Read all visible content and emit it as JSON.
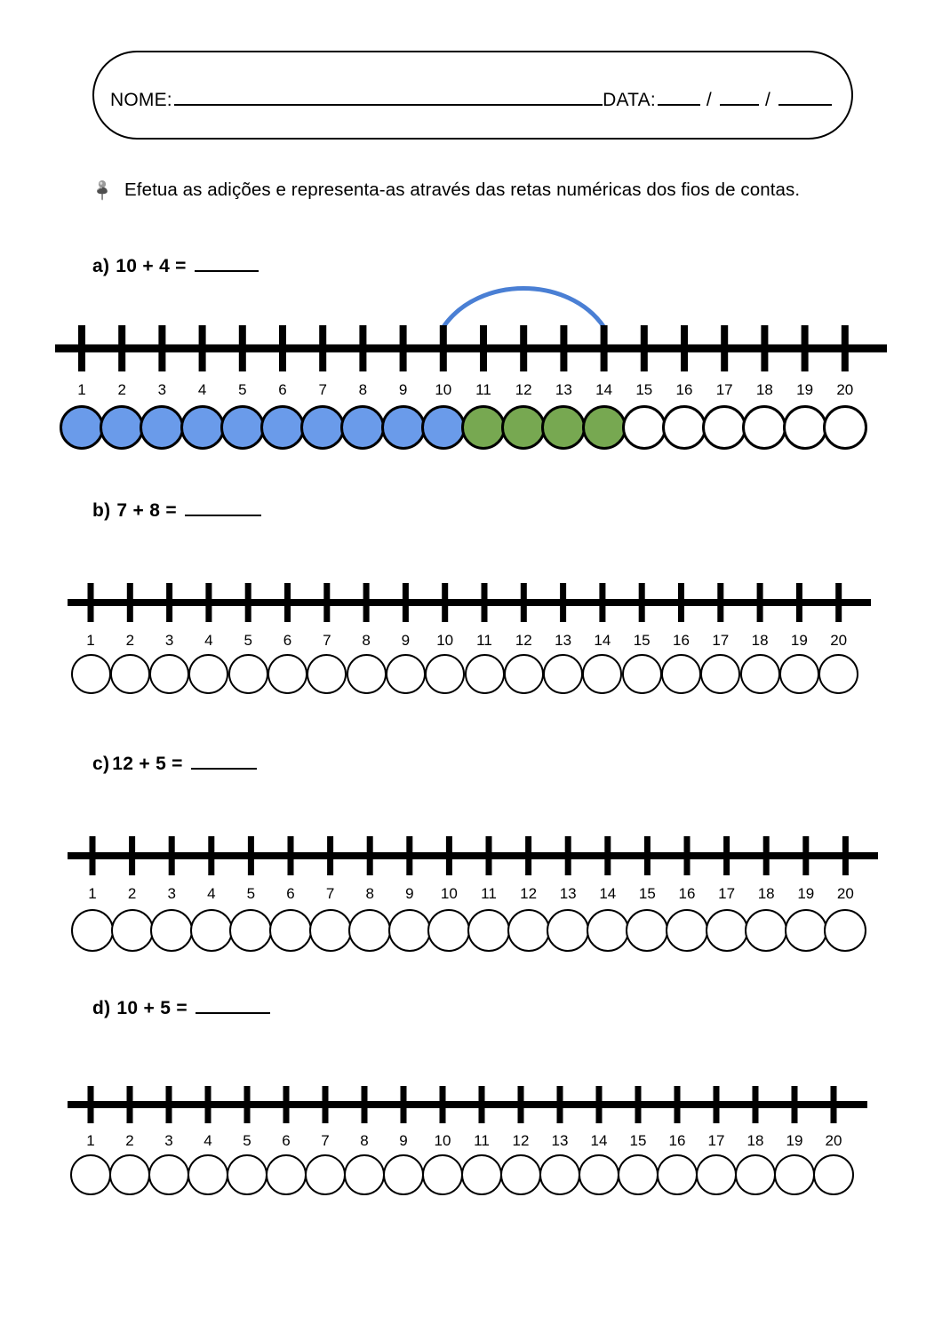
{
  "header": {
    "name_label": "NOME:",
    "date_label": "DATA:",
    "slash": "/"
  },
  "instruction": {
    "icon": "pushpin-icon",
    "text": "Efetua as adições e representa-as através das retas numéricas dos fios de contas."
  },
  "colors": {
    "bead_blue": "#6A9BEA",
    "bead_green": "#77A851",
    "bead_empty": "#FFFFFF",
    "bead_outline": "#000000",
    "arc_blue": "#4A7FD4",
    "line_black": "#000000"
  },
  "number_line": {
    "min": 1,
    "max": 20,
    "tick_labels": [
      "1",
      "2",
      "3",
      "4",
      "5",
      "6",
      "7",
      "8",
      "9",
      "10",
      "11",
      "12",
      "13",
      "14",
      "15",
      "16",
      "17",
      "18",
      "19",
      "20"
    ]
  },
  "exercises": [
    {
      "id": "a",
      "letter": "a)",
      "expression": "10 + 4 =",
      "answer_blank": "",
      "blank_width": 72,
      "beads": {
        "blue_count": 10,
        "green_count": 4,
        "empty_count": 6
      },
      "jump": {
        "from": 10,
        "to": 14,
        "label": "jump-arc-10-to-14"
      }
    },
    {
      "id": "b",
      "letter": "b)",
      "expression": "7 + 8 =",
      "answer_blank": "",
      "blank_width": 86,
      "beads": {
        "blue_count": 0,
        "green_count": 0,
        "empty_count": 20
      },
      "jump": null
    },
    {
      "id": "c",
      "letter": "c)",
      "expression": "12 + 5 =",
      "answer_blank": "",
      "blank_width": 74,
      "beads": {
        "blue_count": 0,
        "green_count": 0,
        "empty_count": 20
      },
      "jump": null
    },
    {
      "id": "d",
      "letter": "d)",
      "expression": "10 + 5 =",
      "answer_blank": "",
      "blank_width": 84,
      "beads": {
        "blue_count": 0,
        "green_count": 0,
        "empty_count": 20
      },
      "jump": null
    }
  ]
}
